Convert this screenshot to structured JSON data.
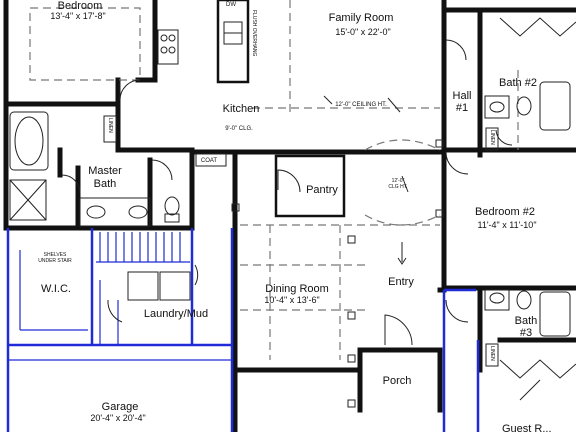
{
  "rooms": {
    "bedroom_top": {
      "name": "Bedroom",
      "dims": "13'-4\" x 17'-8\""
    },
    "family_room": {
      "name": "Family Room",
      "dims": "15'-0\" x 22'-0\""
    },
    "kitchen": {
      "name": "Kitchen",
      "note": "9'-0\" CLG."
    },
    "bath2": {
      "name": "Bath #2"
    },
    "hall1": {
      "line1": "Hall",
      "line2": "#1"
    },
    "master_bath": {
      "line1": "Master",
      "line2": "Bath"
    },
    "pantry": {
      "name": "Pantry"
    },
    "bedroom2": {
      "name": "Bedroom #2",
      "dims": "11'-4\" x 11'-10\""
    },
    "wic": {
      "name": "W.I.C."
    },
    "laundry": {
      "name": "Laundry/Mud"
    },
    "dining": {
      "name": "Dining Room",
      "dims": "10'-4\" x 13'-6\""
    },
    "entry": {
      "name": "Entry"
    },
    "bath3": {
      "line1": "Bath",
      "line2": "#3"
    },
    "porch": {
      "name": "Porch"
    },
    "garage": {
      "name": "Garage",
      "dims": "20'-4\" x 20'-4\""
    },
    "guest": {
      "name": "Guest R..."
    }
  },
  "labels": {
    "dw": "DW",
    "flush_overhang": "FLUSH OVERHANG",
    "ceiling_family": "12'-0\" CEILING HT.",
    "ceiling_entry_1": "12'-0\"",
    "ceiling_entry_2": "CLG HT.",
    "linen": "LINEN",
    "coat": "COAT",
    "shelves_1": "SHELVES",
    "shelves_2": "UNDER STAIR"
  }
}
